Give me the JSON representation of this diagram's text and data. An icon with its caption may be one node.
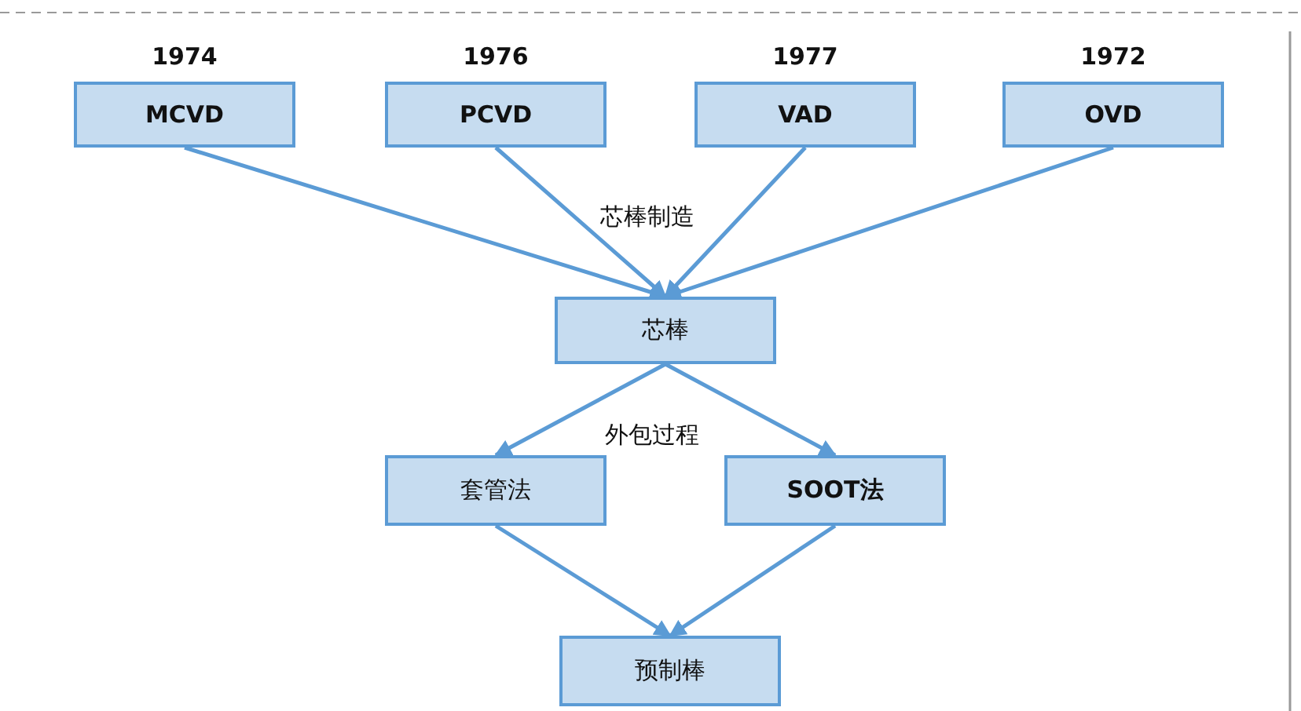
{
  "diagram": {
    "nodes": [
      {
        "text": [
          "MCVD"
        ],
        "beside": [
          "1974"
        ]
      },
      {
        "text": [
          "PCVD"
        ],
        "beside": [
          "1976"
        ]
      },
      {
        "text": [
          "VAD"
        ],
        "beside": [
          "1977"
        ]
      },
      {
        "text": [
          "OVD"
        ],
        "beside": [
          "1972"
        ]
      },
      {
        "text": [
          "芯棒"
        ]
      },
      {
        "text": [
          "套管法"
        ]
      },
      {
        "text": [
          "SOOT法"
        ]
      },
      {
        "text": [
          "预制棒"
        ]
      }
    ],
    "edges": [
      {
        "from": 0,
        "to": 4,
        "arrow": "to"
      },
      {
        "from": 1,
        "to": 4,
        "arrow": "to"
      },
      {
        "from": 2,
        "to": 4,
        "arrow": "to"
      },
      {
        "from": 3,
        "to": 4,
        "arrow": "to"
      },
      {
        "from": 4,
        "to": 5,
        "arrow": "to"
      },
      {
        "from": 4,
        "to": 6,
        "arrow": "to"
      },
      {
        "from": 5,
        "to": 7,
        "arrow": "to"
      },
      {
        "from": 6,
        "to": 7,
        "arrow": "to"
      }
    ],
    "labels": [
      "芯棒制造",
      "外包过程"
    ]
  }
}
